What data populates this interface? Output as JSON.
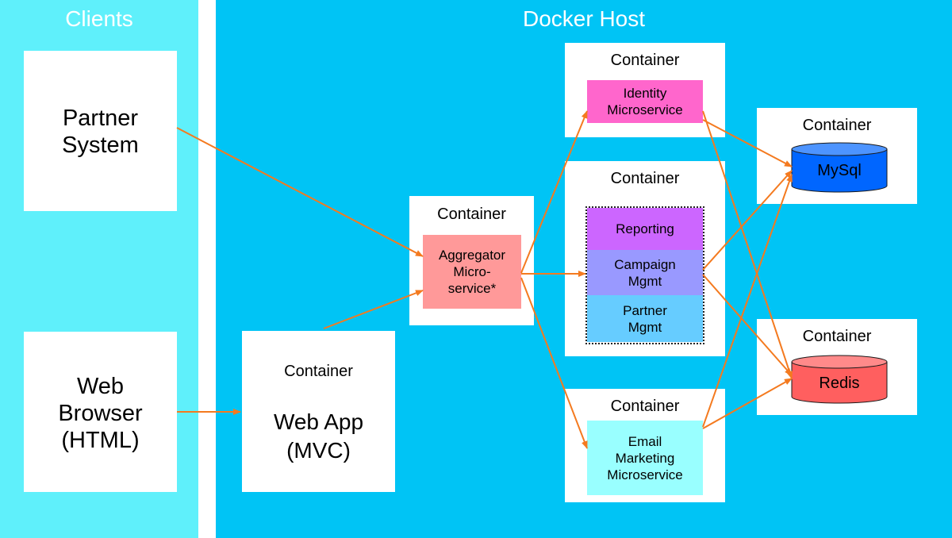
{
  "panels": {
    "clients_title": "Clients",
    "host_title": "Docker Host"
  },
  "clients": {
    "partner_line1": "Partner",
    "partner_line2": "System",
    "browser_line1": "Web",
    "browser_line2": "Browser",
    "browser_line3": "(HTML)"
  },
  "containers": {
    "title": "Container",
    "webapp_line1": "Web App",
    "webapp_line2": "(MVC)",
    "aggregator_line1": "Aggregator",
    "aggregator_line2": "Micro-",
    "aggregator_line3": "service*",
    "identity_line1": "Identity",
    "identity_line2": "Microservice",
    "reporting": "Reporting",
    "campaign_line1": "Campaign",
    "campaign_line2": "Mgmt",
    "partner_mgmt_line1": "Partner",
    "partner_mgmt_line2": "Mgmt",
    "email_line1": "Email",
    "email_line2": "Marketing",
    "email_line3": "Microservice",
    "mysql": "MySql",
    "redis": "Redis"
  },
  "colors": {
    "clients_bg": "#5ff0fb",
    "host_bg": "#00c4f5",
    "arrow": "#f47a1f",
    "aggregator": "#ff9999",
    "identity": "#ff66cc",
    "reporting": "#cc66ff",
    "campaign": "#9999ff",
    "partner_mgmt": "#66ccff",
    "email": "#99ffff",
    "mysql": "#0066ff",
    "redis": "#ff5f5f"
  }
}
